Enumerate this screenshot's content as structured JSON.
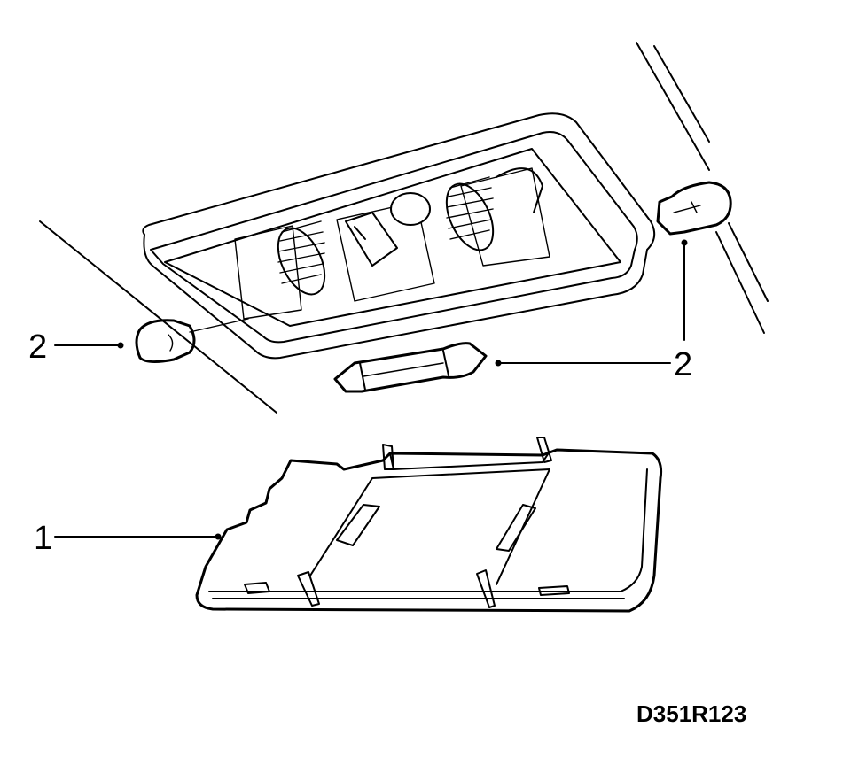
{
  "figure": {
    "callouts": [
      {
        "id": "lens",
        "label": "1"
      },
      {
        "id": "bulb-left",
        "label": "2"
      },
      {
        "id": "bulb-right",
        "label": "2"
      }
    ],
    "reference_code": "D351R123"
  }
}
